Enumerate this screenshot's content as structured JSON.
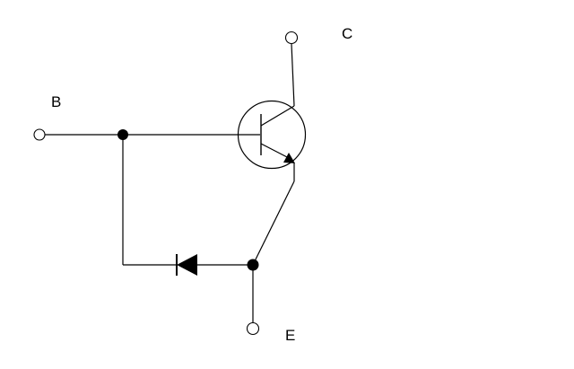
{
  "labels": {
    "base": "B",
    "collector": "C",
    "emitter": "E"
  },
  "colors": {
    "stroke": "#000000",
    "background": "#ffffff"
  },
  "components": [
    {
      "type": "npn-transistor",
      "icon": "npn-transistor-icon"
    },
    {
      "type": "diode",
      "icon": "diode-icon"
    }
  ]
}
